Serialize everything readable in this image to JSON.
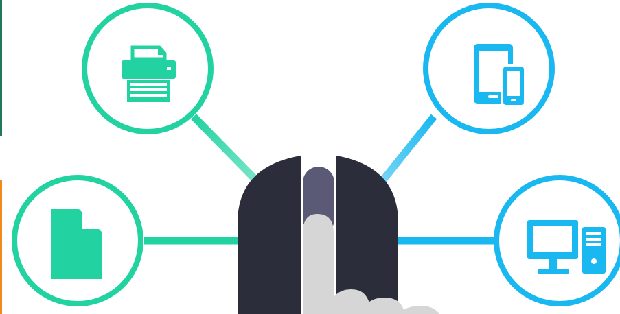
{
  "colors": {
    "green": "#22d3a1",
    "blue": "#1ab8f0",
    "mouse": "#2b2d3b",
    "wheel": "#5a5a77",
    "finger": "#d6d6d6",
    "background": "#ffffff"
  },
  "nodes": [
    {
      "icon": "printer-icon",
      "color": "green"
    },
    {
      "icon": "document-icon",
      "color": "green"
    },
    {
      "icon": "tablet-phone-icon",
      "color": "blue"
    },
    {
      "icon": "desktop-computer-icon",
      "color": "blue"
    }
  ]
}
